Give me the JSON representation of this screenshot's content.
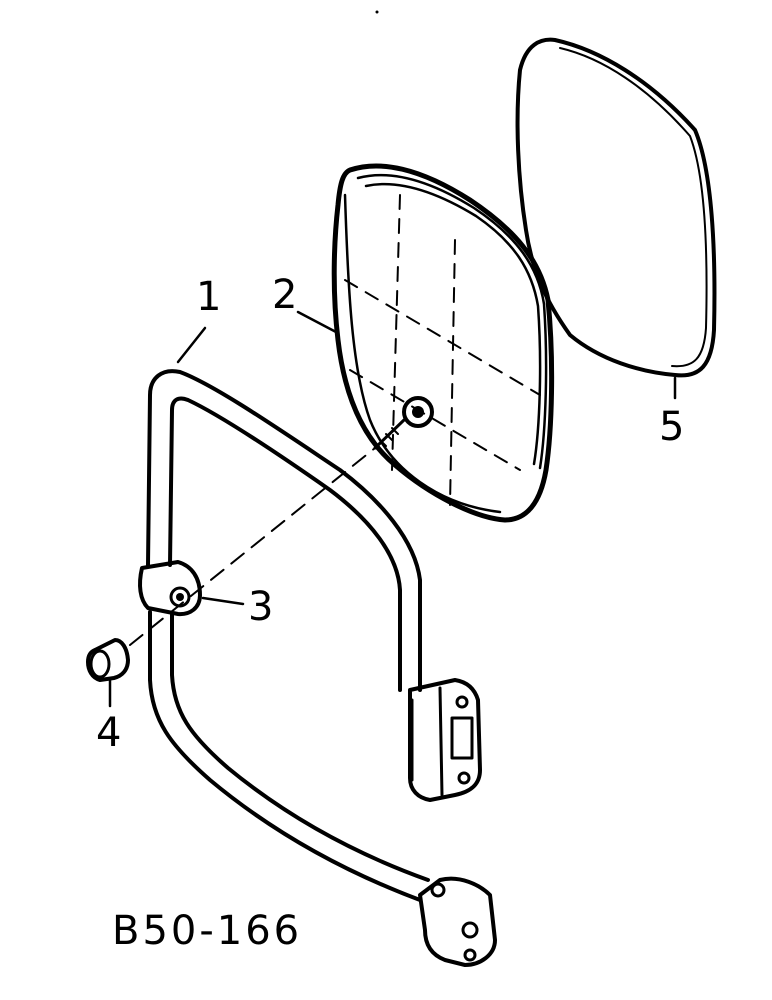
{
  "diagram": {
    "drawing_code": "B50-166",
    "callouts": [
      {
        "id": "1",
        "label": "1"
      },
      {
        "id": "2",
        "label": "2"
      },
      {
        "id": "3",
        "label": "3"
      },
      {
        "id": "4",
        "label": "4"
      },
      {
        "id": "5",
        "label": "5"
      }
    ]
  }
}
